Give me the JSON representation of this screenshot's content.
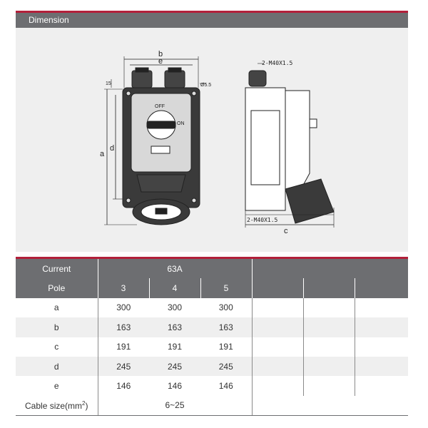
{
  "section": {
    "title": "Dimension"
  },
  "drawing": {
    "labels": {
      "b": "b",
      "e": "e",
      "a": "a",
      "d": "d",
      "c": "c",
      "top_small": "15",
      "right_small": "Ø5.5",
      "thread_top": "2-M40X1.5",
      "thread_bottom": "2-M40X1.5",
      "switch_off": "OFF",
      "switch_on": "ON"
    }
  },
  "table": {
    "header1": {
      "label": "Current",
      "value": "63A"
    },
    "header2": {
      "label": "Pole",
      "poles": [
        "3",
        "4",
        "5"
      ]
    },
    "rows": [
      {
        "name": "a",
        "values": [
          "300",
          "300",
          "300"
        ]
      },
      {
        "name": "b",
        "values": [
          "163",
          "163",
          "163"
        ]
      },
      {
        "name": "c",
        "values": [
          "191",
          "191",
          "191"
        ]
      },
      {
        "name": "d",
        "values": [
          "245",
          "245",
          "245"
        ]
      },
      {
        "name": "e",
        "values": [
          "146",
          "146",
          "146"
        ]
      }
    ],
    "cable": {
      "label_prefix": "Cable size(mm",
      "label_sup": "2",
      "label_suffix": ")",
      "value": "6~25"
    }
  }
}
